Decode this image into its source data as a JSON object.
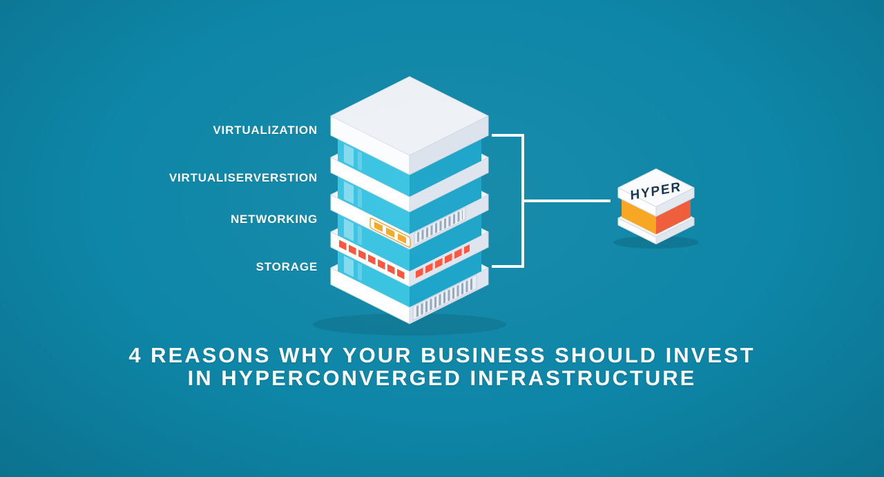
{
  "page": {
    "background_color": "#0e86a7"
  },
  "diagram": {
    "stack_labels": [
      {
        "label": "VIRTUALIZATION"
      },
      {
        "label": "VIRTUALISERVERSTION"
      },
      {
        "label": "NETWORKING"
      },
      {
        "label": "STORAGE"
      }
    ],
    "hyper_box": {
      "label": "HYPER"
    },
    "colors": {
      "background": "#0e86a7",
      "cyan_left_face": "#35c2e1",
      "cyan_right_face": "#17a2c8",
      "slab_white": "#ffffff",
      "slab_shade": "#dde4ed",
      "led_orange": "#f5a623",
      "led_red": "#ff5136",
      "hyper_left_face": "#f8a51f",
      "hyper_right_face": "#ef5b3a",
      "bracket_white": "#ffffff",
      "hyper_text": "#16324f"
    }
  },
  "title": {
    "line1": "4 REASONS WHY YOUR BUSINESS SHOULD INVEST",
    "line2": "IN HYPERCONVERGED INFRASTRUCTURE"
  }
}
